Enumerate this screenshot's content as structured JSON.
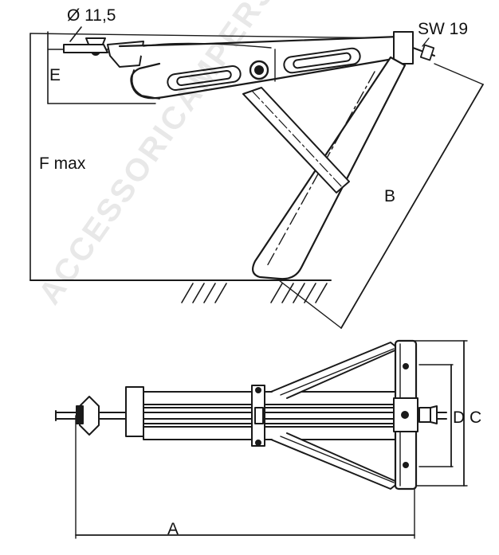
{
  "labels": {
    "diameter": "Ø 11,5",
    "wrench": "SW 19",
    "e": "E",
    "fmax": "F max",
    "b": "B",
    "a": "A",
    "d": "D",
    "c": "C"
  },
  "watermark": "ACCESSORICAMPERSHOP.COM",
  "colors": {
    "ink": "#1a1a1a",
    "paper": "#ffffff"
  }
}
